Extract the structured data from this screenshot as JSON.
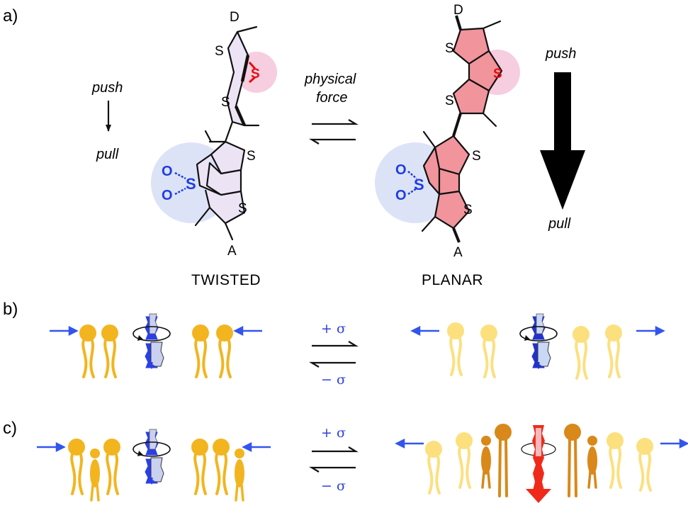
{
  "panels": {
    "a": "a)",
    "b": "b)",
    "c": "c)"
  },
  "panel_a": {
    "left_push": "push",
    "left_pull": "pull",
    "force_line1": "physical",
    "force_line2": "force",
    "right_push": "push",
    "right_pull": "pull",
    "twisted_label": "TWISTED",
    "planar_label": "PLANAR",
    "donor_label": "D",
    "acceptor_label": "A",
    "sulfur": "S",
    "oxygen": "O"
  },
  "panel_b": {
    "forward_label": "+ σ",
    "reverse_label": "− σ"
  },
  "panel_c": {
    "forward_label": "+ σ",
    "reverse_label": "− σ"
  },
  "colors": {
    "lipid_dark": "#f2b51f",
    "lipid_light": "#fce07e",
    "lipid_orange": "#d9881a",
    "probe_blue": "#2a3fe6",
    "probe_red": "#f02a1a",
    "compression_arrow": "#3355ee",
    "planar_ring": "#f2949c",
    "twisted_ring": "#e9e2f4",
    "sulfone_halo": "#dde3f7",
    "thiophene_halo": "#f7cde0"
  }
}
